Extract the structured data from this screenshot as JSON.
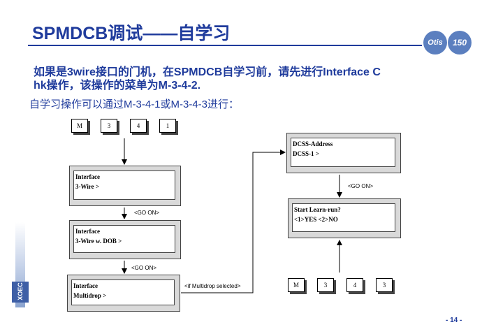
{
  "title": "SPMDCB调试——自学习",
  "logos": {
    "left": "Otis",
    "right": "150"
  },
  "paragraph": {
    "line1": "如果是3wire接口的门机，在SPMDCB自学习前，请先进行Interface C",
    "line2": "hk操作，该操作的菜单为M-3-4-2.",
    "line3": "自学习操作可以通过M-3-4-1或M-3-4-3进行："
  },
  "keys_left": [
    "M",
    "3",
    "4",
    "1"
  ],
  "keys_right": [
    "M",
    "3",
    "4",
    "3"
  ],
  "screens": {
    "interface_3wire": {
      "line1": "Interface",
      "line2": "3-Wire       >"
    },
    "interface_dob": {
      "line1": "Interface",
      "line2": "3-Wire w. DOB  >"
    },
    "interface_multidrop": {
      "line1": "Interface",
      "line2": "Multidrop     >"
    },
    "dcss_address": {
      "line1": "DCSS-Address",
      "line2": "DCSS-1        >"
    },
    "start_learn": {
      "line1": "Start Learn-run?",
      "line2": "<1>YES  <2>NO"
    }
  },
  "labels": {
    "go_on_1": "<GO ON>",
    "go_on_2": "<GO ON>",
    "go_on_right": "<GO ON>",
    "multidrop_selected": "<if Multidrop selected>"
  },
  "brand": "XOEC",
  "page_number": "- 14 -",
  "colors": {
    "title_blue": "#1f3b9c",
    "screen_bg": "#d9d9d9"
  }
}
